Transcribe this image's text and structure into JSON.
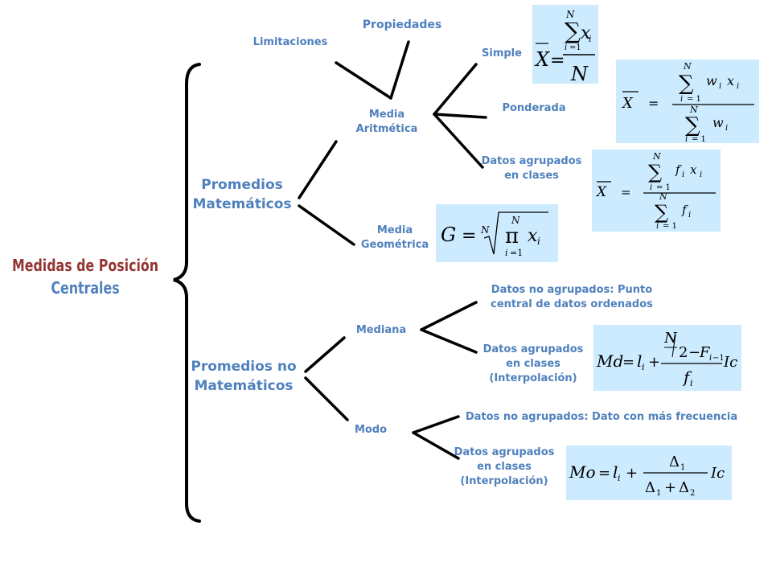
{
  "root": {
    "line1": "Medidas de Posición",
    "line2": "Centrales"
  },
  "groups": {
    "math": {
      "line1": "Promedios",
      "line2": "Matemáticos"
    },
    "nonmath": {
      "line1": "Promedios no",
      "line2": "Matemáticos"
    }
  },
  "nodes": {
    "limitaciones": "Limitaciones",
    "propiedades": "Propiedades",
    "media_aritmetica": {
      "line1": "Media",
      "line2": "Aritmética"
    },
    "media_geometrica": {
      "line1": "Media",
      "line2": "Geométrica"
    },
    "simple": "Simple",
    "ponderada": "Ponderada",
    "datos_agrupados_clases": {
      "line1": "Datos agrupados",
      "line2": "en clases"
    },
    "mediana": "Mediana",
    "mediana_no_agrupados": {
      "line1": "Datos no agrupados: Punto",
      "line2": "central de datos ordenados"
    },
    "mediana_agrupados": {
      "line1": "Datos agrupados",
      "line2": "en clases",
      "line3": "(Interpolación)"
    },
    "modo": "Modo",
    "modo_no_agrupados": "Datos no agrupados: Dato con más frecuencia",
    "modo_agrupados": {
      "line1": "Datos agrupados",
      "line2": "en clases",
      "line3": "(Interpolación)"
    }
  },
  "formulas": {
    "simple": "X̄ = Σ_{i=1}^{N} x_i / N",
    "ponderada": "X̄ = Σ_{i=1}^{N} w_i x_i / Σ_{i=1}^{N} w_i",
    "agrupada": "X̄ = Σ_{i=1}^{N} f_i x_i / Σ_{i=1}^{N} f_i",
    "geometrica": "G = ⁿ√(π_{i=1}^{N} x_i)",
    "mediana": "Md = l_i + ((N/2 − F_{i−1}) / f_i) Ic",
    "moda": "Mo = l_i + (Δ1 / (Δ1 + Δ2)) Ic"
  },
  "colors": {
    "title": "#943634",
    "labels": "#4f81bd",
    "formula_bg": "#ccebff",
    "lines": "#000000"
  }
}
